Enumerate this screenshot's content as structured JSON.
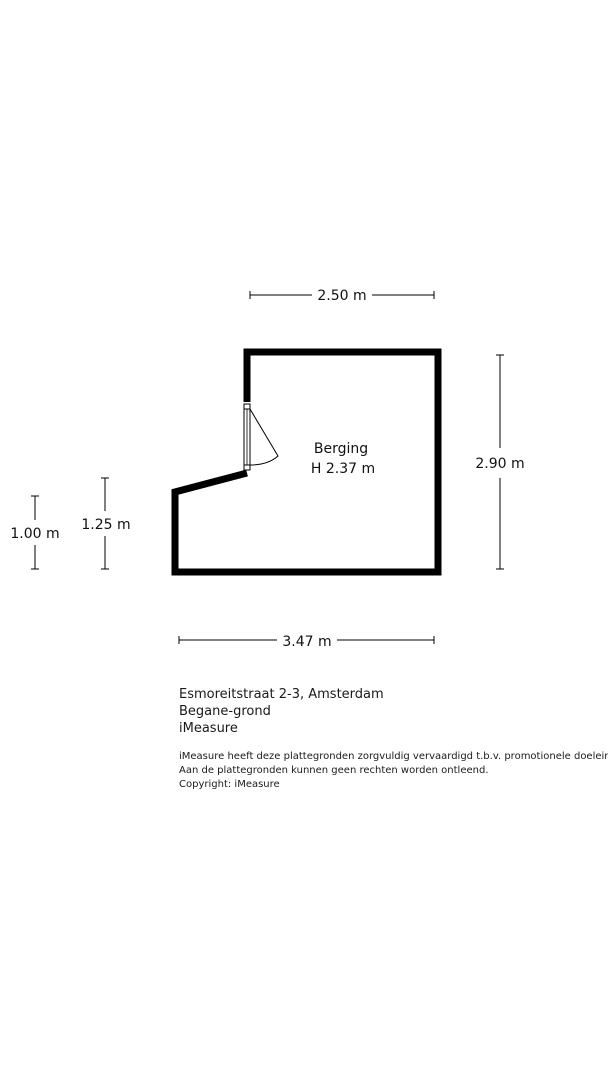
{
  "room": {
    "name": "Berging",
    "height": "H 2.37 m"
  },
  "dimensions": {
    "top_width": "2.50 m",
    "right_height": "2.90 m",
    "bottom_width": "3.47 m",
    "left_outer": "1.00 m",
    "left_inner": "1.25 m"
  },
  "info": {
    "address": "Esmoreitstraat 2-3, Amsterdam",
    "floor": "Begane-grond",
    "brand": "iMeasure"
  },
  "disclaimer": {
    "line1": "iMeasure heeft deze plattegronden zorgvuldig vervaardigd t.b.v. promotionele doeleinden.",
    "line2": "Aan de plattegronden kunnen geen rechten worden ontleend.",
    "line3": "Copyright: iMeasure"
  }
}
